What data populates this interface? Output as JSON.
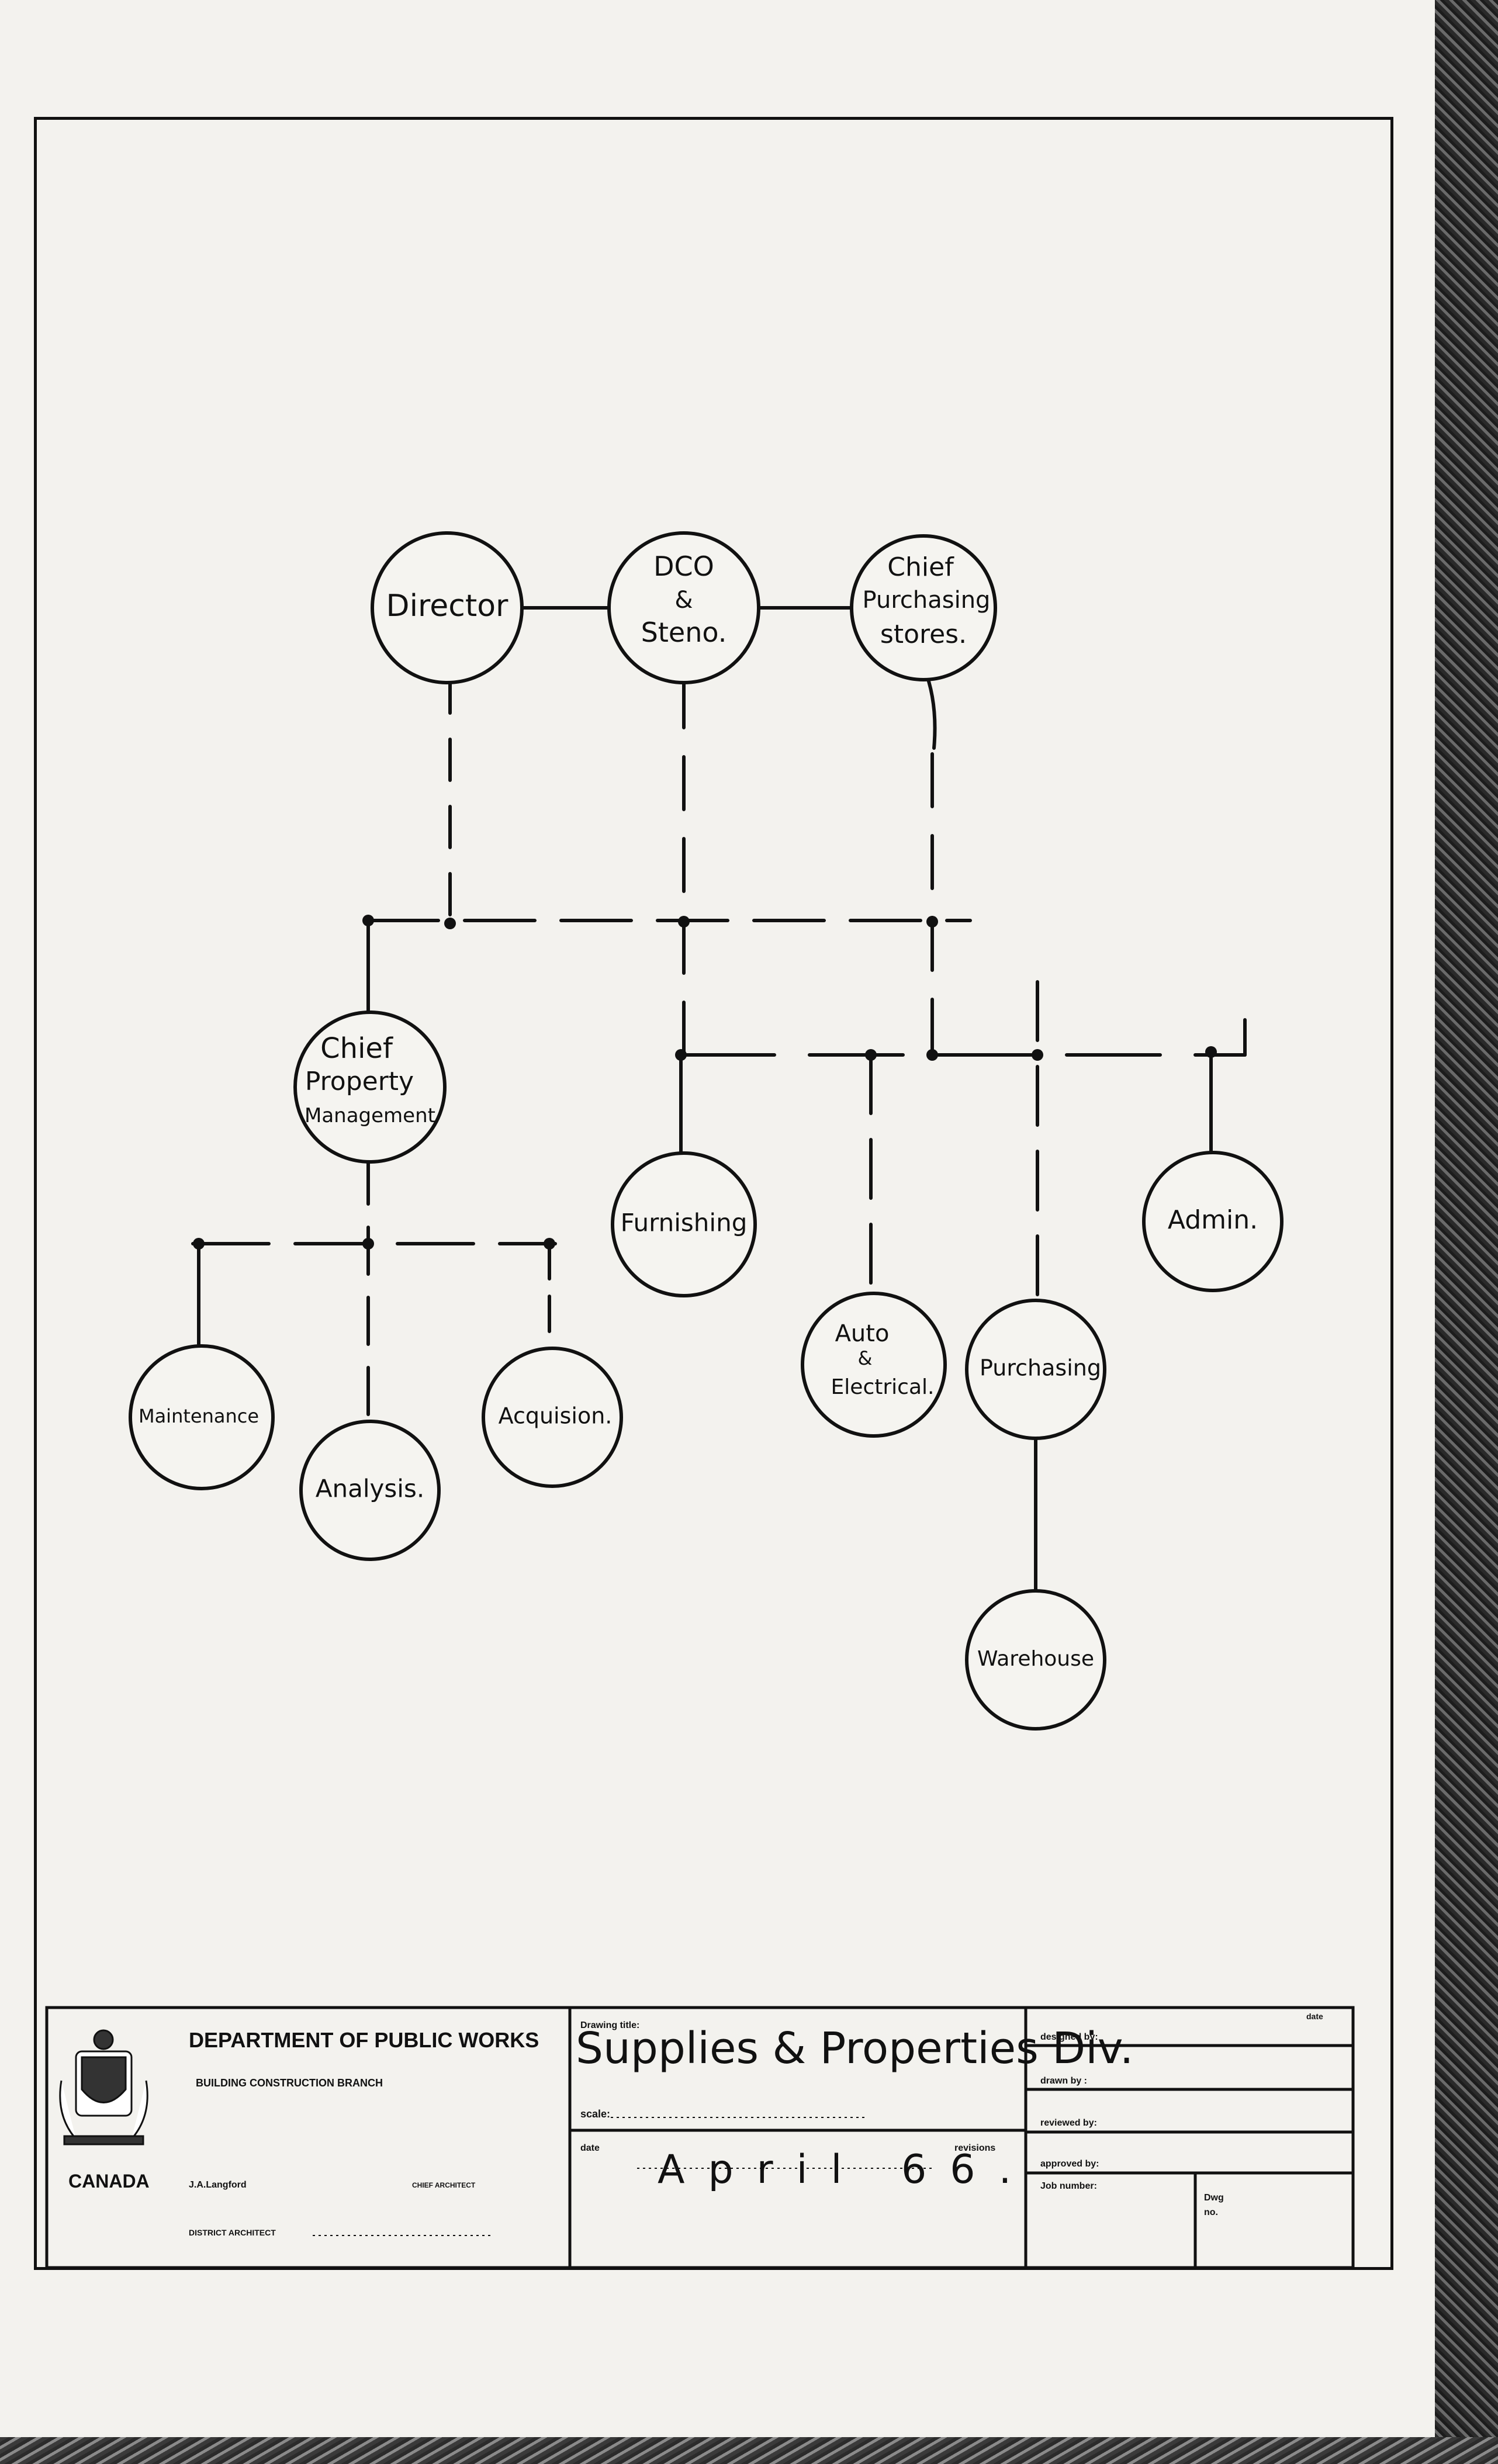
{
  "org_chart": {
    "nodes": {
      "director": "Director",
      "dco_line1": "DCO",
      "dco_line2": "&",
      "dco_line3": "Steno.",
      "chief_purchasing_line1": "Chief",
      "chief_purchasing_line2": "Purchasing",
      "chief_purchasing_line3": "stores.",
      "chief_property_line1": "Chief",
      "chief_property_line2": "Property",
      "chief_property_line3": "Management",
      "furnishing": "Furnishing",
      "admin": "Admin.",
      "auto_line1": "Auto",
      "auto_line2": "&",
      "auto_line3": "Electrical.",
      "purchasing": "Purchasing",
      "maintenance": "Maintenance",
      "analysis": "Analysis.",
      "acquision": "Acquision.",
      "warehouse": "Warehouse"
    }
  },
  "title_block": {
    "country": "CANADA",
    "department": "DEPARTMENT OF PUBLIC WORKS",
    "branch": "BUILDING CONSTRUCTION BRANCH",
    "chief_name": "J.A.Langford",
    "chief_title": "CHIEF ARCHITECT",
    "district_label": "DISTRICT ARCHITECT",
    "drawing_title_label": "Drawing title:",
    "drawing_title": "Supplies & Properties Div.",
    "scale_label": "scale:",
    "date_label": "date",
    "date_value": "April 66.",
    "revisions_label": "revisions",
    "date_header": "date",
    "designed_by": "designed by:",
    "drawn_by": "drawn by :",
    "reviewed_by": "reviewed by:",
    "approved_by": "approved by:",
    "job_number": "Job number:",
    "dwg_line1": "Dwg",
    "dwg_line2": "no."
  }
}
